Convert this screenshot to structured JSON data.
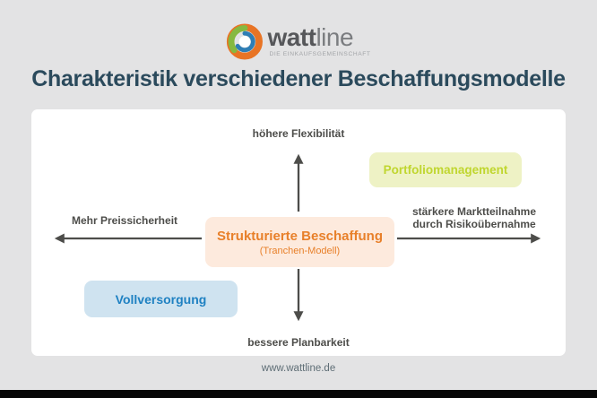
{
  "header": {
    "logo": {
      "brand_bold": "watt",
      "brand_light": "line",
      "tagline": "DIE EINKAUFSGEMEINSCHAFT"
    },
    "title": "Charakteristik verschiedener Beschaffungsmodelle"
  },
  "diagram": {
    "axes": {
      "top_label": "höhere Flexibilität",
      "bottom_label": "bessere Planbarkeit",
      "left_label": "Mehr Preissicherheit",
      "right_label_line1": "stärkere Marktteilnahme",
      "right_label_line2": "durch Risikoübernahme"
    },
    "nodes": {
      "center": {
        "title": "Strukturierte Beschaffung",
        "subtitle": "(Tranchen-Modell)",
        "text_color": "#e8802a",
        "bg_color": "#fdeadd"
      },
      "portfolio": {
        "label": "Portfoliomanagement",
        "text_color": "#c0d62f",
        "bg_color": "#eef2c5"
      },
      "vollversorgung": {
        "label": "Vollversorgung",
        "text_color": "#1f81c2",
        "bg_color": "#cfe3f0"
      }
    }
  },
  "footer": {
    "website": "www.wattline.de"
  },
  "colors": {
    "background": "#e3e3e4",
    "panel": "#ffffff",
    "title": "#2b4a5c",
    "axis_text": "#4d4d4a",
    "arrow": "#4d4d4a",
    "logo_text_dark": "#56575a",
    "logo_text_light": "#7b7d80",
    "logo_orange": "#e87425",
    "logo_green": "#85b940",
    "logo_blue": "#2e7eb5",
    "bottom_bar": "#060606"
  }
}
